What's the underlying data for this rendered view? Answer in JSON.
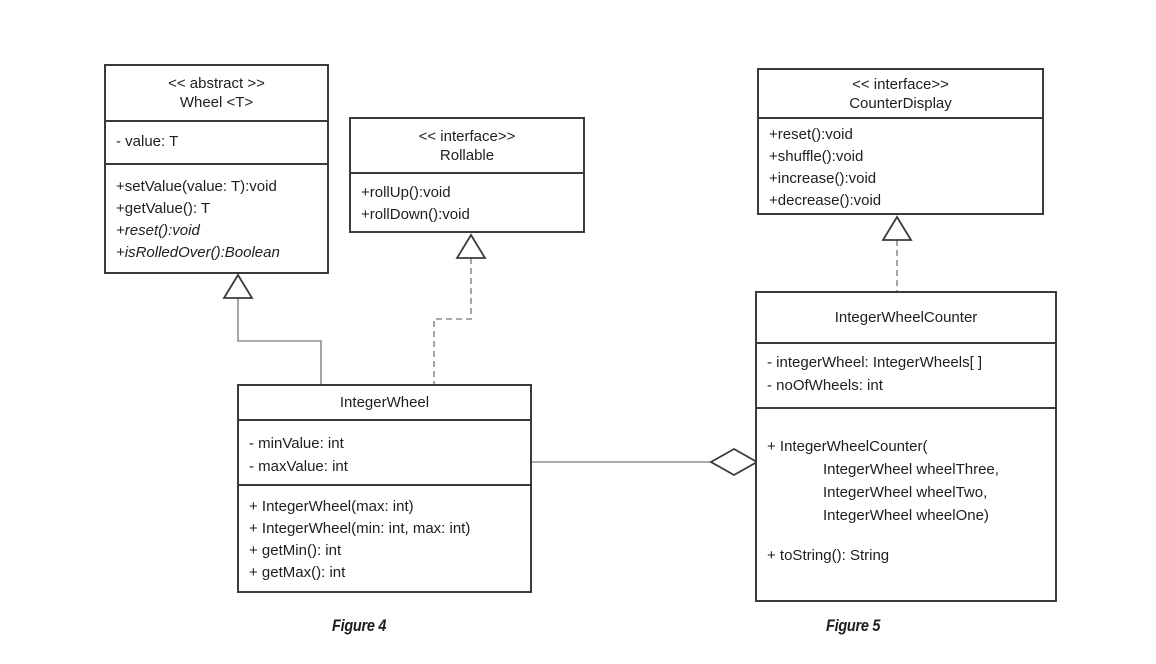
{
  "colors": {
    "background": "#ffffff",
    "box_border": "#3b3b3b",
    "connector_line": "#8f8f8f",
    "text": "#1e1e1e"
  },
  "classes": {
    "wheel": {
      "stereotype": "<< abstract >>",
      "name": "Wheel <T>",
      "attributes": [
        "- value: T"
      ],
      "methods": [
        {
          "text": "+setValue(value: T):void",
          "italic": false
        },
        {
          "text": "+getValue(): T",
          "italic": false
        },
        {
          "text": "+reset():void",
          "italic": true
        },
        {
          "text": "+isRolledOver():Boolean",
          "italic": true
        }
      ]
    },
    "rollable": {
      "stereotype": "<< interface>>",
      "name": "Rollable",
      "methods": [
        {
          "text": "+rollUp():void"
        },
        {
          "text": "+rollDown():void"
        }
      ]
    },
    "counter_display": {
      "stereotype": "<< interface>>",
      "name": "CounterDisplay",
      "methods": [
        {
          "text": "+reset():void"
        },
        {
          "text": "+shuffle():void"
        },
        {
          "text": "+increase():void"
        },
        {
          "text": "+decrease():void"
        }
      ]
    },
    "integer_wheel": {
      "name": "IntegerWheel",
      "attributes": [
        "- minValue: int",
        "- maxValue: int"
      ],
      "methods": [
        {
          "text": "+ IntegerWheel(max: int)"
        },
        {
          "text": "+ IntegerWheel(min: int, max: int)"
        },
        {
          "text": "+ getMin(): int"
        },
        {
          "text": "+ getMax(): int"
        }
      ]
    },
    "integer_wheel_counter": {
      "name": "IntegerWheelCounter",
      "attributes": [
        "- integerWheel: IntegerWheels[ ]",
        "- noOfWheels: int"
      ],
      "methods": [
        {
          "text": "+ IntegerWheelCounter("
        },
        {
          "text": "IntegerWheel wheelThree,",
          "indent": true
        },
        {
          "text": "IntegerWheel wheelTwo,",
          "indent": true
        },
        {
          "text": "IntegerWheel wheelOne)",
          "indent": true
        },
        {
          "text": "+ toString(): String"
        }
      ]
    }
  },
  "relationships": [
    {
      "type": "generalization",
      "from": "IntegerWheel",
      "to": "Wheel <T>",
      "line": "solid",
      "arrow": "hollow-triangle"
    },
    {
      "type": "realization",
      "from": "IntegerWheel",
      "to": "Rollable",
      "line": "dashed",
      "arrow": "hollow-triangle"
    },
    {
      "type": "realization",
      "from": "IntegerWheelCounter",
      "to": "CounterDisplay",
      "line": "dashed",
      "arrow": "hollow-triangle"
    },
    {
      "type": "aggregation",
      "from": "IntegerWheelCounter",
      "to": "IntegerWheel",
      "line": "solid",
      "arrow": "hollow-diamond"
    }
  ],
  "figures": {
    "figure4": "Figure 4",
    "figure5": "Figure 5"
  }
}
